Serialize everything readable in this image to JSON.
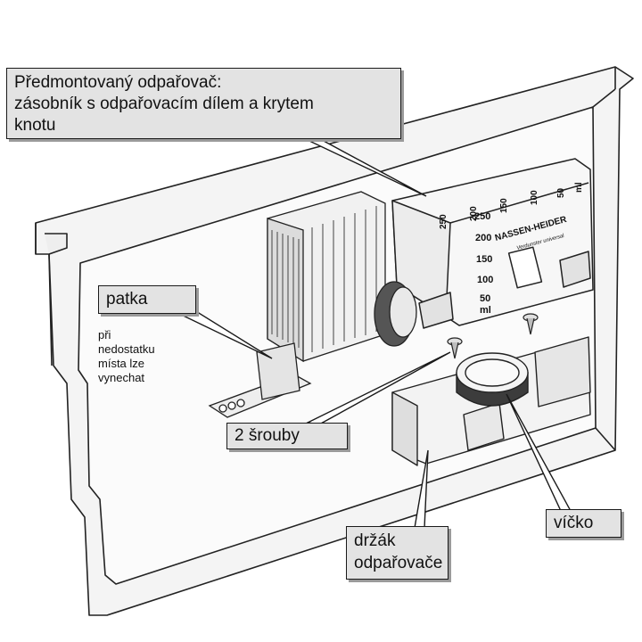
{
  "callouts": {
    "evaporator": {
      "lines": [
        "Předmontovaný odpařovač:",
        "zásobník s odpařovacím dílem a krytem",
        "knotu"
      ]
    },
    "foot": {
      "label": "patka"
    },
    "foot_note": {
      "lines": [
        "při",
        "nedostatku",
        "místa lze",
        "vynechat"
      ]
    },
    "screws": {
      "label": "2 šrouby"
    },
    "cap": {
      "label": "víčko"
    },
    "holder": {
      "lines": [
        "držák",
        "odpařovače"
      ]
    }
  },
  "device": {
    "brand": "NASSEN-HEIDER",
    "model": "Verdunster universal",
    "scale_top": [
      "250",
      "200",
      "150",
      "100",
      "50",
      "ml"
    ],
    "scale_side": [
      "250",
      "200",
      "150",
      "100",
      "50",
      "ml"
    ]
  }
}
